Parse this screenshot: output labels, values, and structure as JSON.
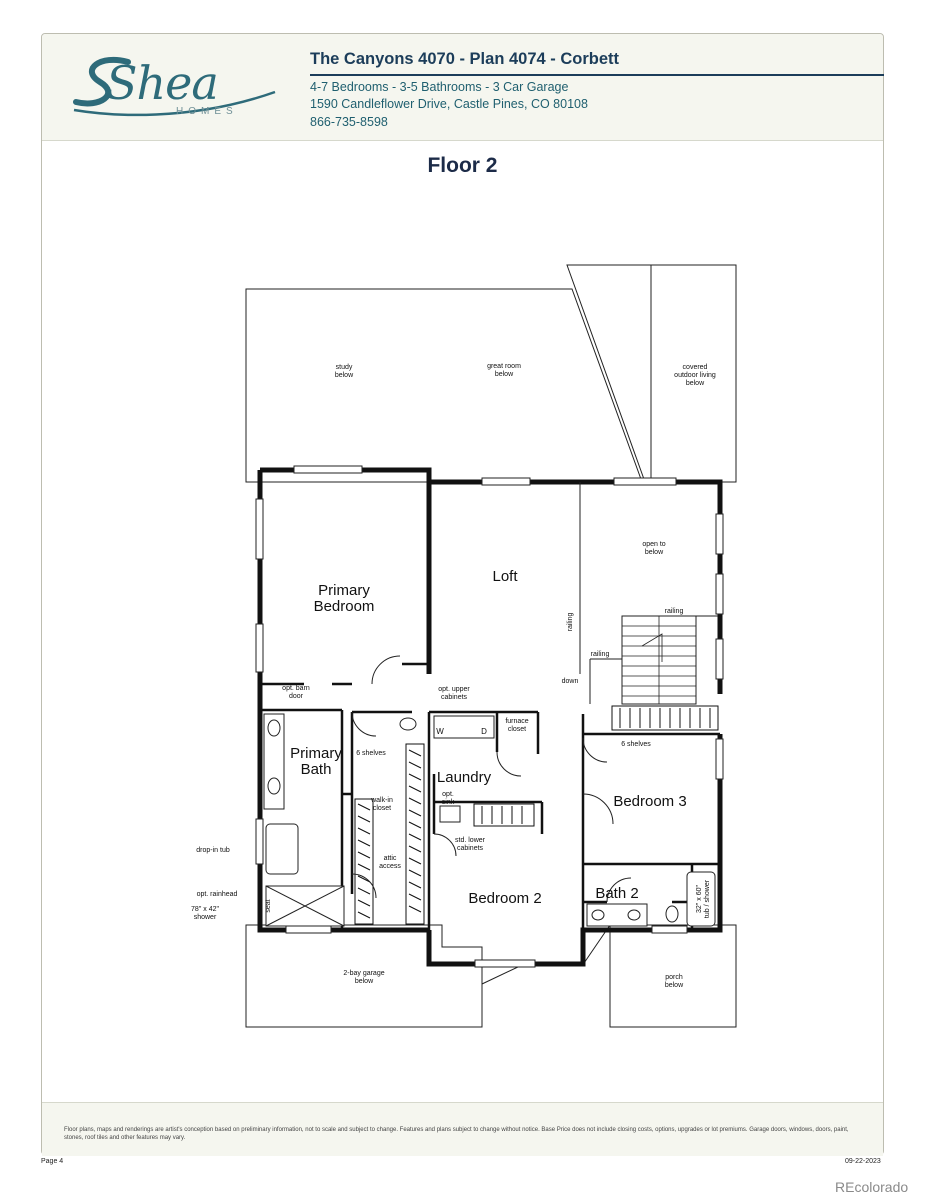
{
  "header": {
    "logo_text": "Shea",
    "logo_sub": "HOMES",
    "title": "The Canyons 4070 - Plan 4074 - Corbett",
    "specs": "4-7 Bedrooms - 3-5 Bathrooms - 3 Car Garage",
    "address": "1590 Candleflower Drive, Castle Pines, CO 80108",
    "phone": "866-735-8598"
  },
  "floor_title": "Floor 2",
  "plan": {
    "labels": {
      "study_1": "study",
      "study_2": "below",
      "great_1": "great room",
      "great_2": "below",
      "covered_1": "covered",
      "covered_2": "outdoor living",
      "covered_3": "below",
      "open_1": "open to",
      "open_2": "below",
      "loft": "Loft",
      "primary_bedroom_1": "Primary",
      "primary_bedroom_2": "Bedroom",
      "railing_a": "railing",
      "railing_b": "railing",
      "railing_c": "railing",
      "down": "down",
      "barn_1": "opt. barn",
      "barn_2": "door",
      "upper_1": "opt. upper",
      "upper_2": "cabinets",
      "furnace_1": "furnace",
      "furnace_2": "closet",
      "w": "W",
      "d": "D",
      "primary_bath_1": "Primary",
      "primary_bath_2": "Bath",
      "shelves_a": "6 shelves",
      "shelves_b": "6 shelves",
      "laundry": "Laundry",
      "sink_1": "opt.",
      "sink_2": "sink",
      "walkin_1": "walk-in",
      "walkin_2": "closet",
      "attic_1": "attic",
      "attic_2": "access",
      "lower_1": "std. lower",
      "lower_2": "cabinets",
      "bedroom3": "Bedroom 3",
      "bedroom2": "Bedroom 2",
      "bath2": "Bath 2",
      "tub_1": "32\" x 60\"",
      "tub_2": "tub / shower",
      "drop_tub": "drop-in tub",
      "rainhead": "opt. rainhead",
      "shower_1": "78\" x 42\"",
      "shower_2": "shower",
      "seat": "seat",
      "garage_1": "2-bay garage",
      "garage_2": "below",
      "porch_1": "porch",
      "porch_2": "below"
    }
  },
  "footer": {
    "disclaimer": "Floor plans, maps and renderings are artist's conception based on preliminary information, not to scale and subject to change. Features and plans subject to change without notice. Base Price does not include closing costs, options, upgrades or lot premiums. Garage doors, windows, doors, paint, stones, roof tiles and other features may vary.",
    "page": "Page 4",
    "date": "09-22-2023"
  },
  "watermark": "REcolorado"
}
